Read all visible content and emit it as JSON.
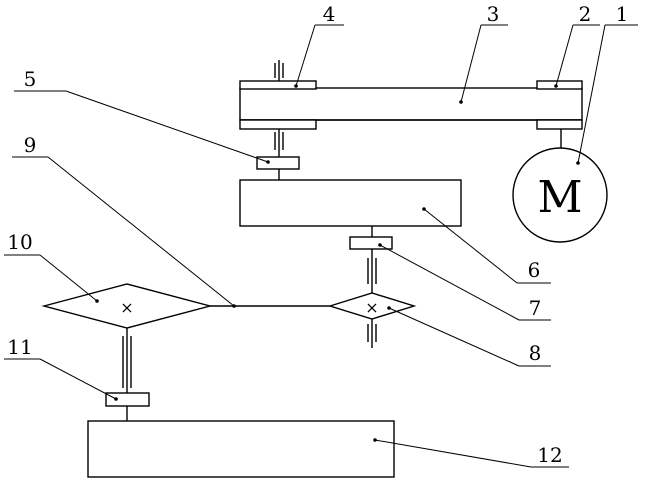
{
  "motor_symbol": "M",
  "labels": {
    "l1": "1",
    "l2": "2",
    "l3": "3",
    "l4": "4",
    "l5": "5",
    "l6": "6",
    "l7": "7",
    "l8": "8",
    "l9": "9",
    "l10": "10",
    "l11": "11",
    "l12": "12"
  },
  "gear_marks": {
    "left": "×",
    "right": "×"
  }
}
